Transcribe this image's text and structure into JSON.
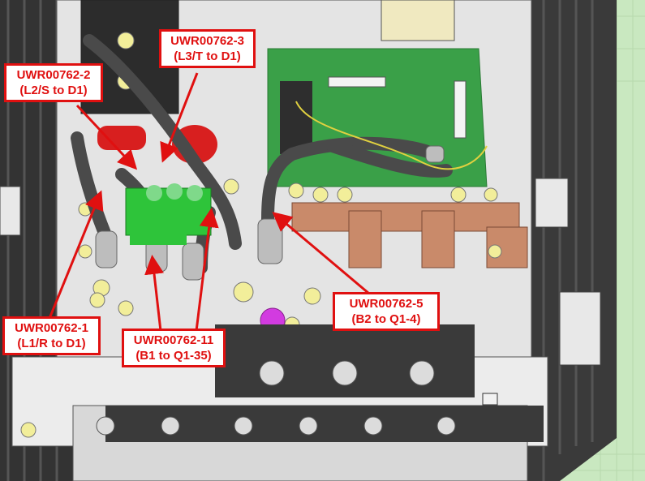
{
  "colors": {
    "background": "#c9e8c0",
    "housing": "#e6e6e6",
    "heatsink": "#3a3a3a",
    "pcb": "#3aa048",
    "copper": "#c98a6a",
    "cable": "#4a4a4a",
    "terminal": "#f2ee9a",
    "connector": "#2ec43a",
    "capacitor": "#d81f1f",
    "indicator": "#d23be0",
    "callout_border": "#e01010",
    "callout_text": "#e01010"
  },
  "callouts": [
    {
      "id": "uwr00762-3",
      "part": "UWR00762-3",
      "route": "(L3/T to D1)"
    },
    {
      "id": "uwr00762-2",
      "part": "UWR00762-2",
      "route": "(L2/S to D1)"
    },
    {
      "id": "uwr00762-1",
      "part": "UWR00762-1",
      "route": "(L1/R to D1)"
    },
    {
      "id": "uwr00762-11",
      "part": "UWR00762-11",
      "route": "(B1 to Q1-35)"
    },
    {
      "id": "uwr00762-5",
      "part": "UWR00762-5",
      "route": "(B2 to Q1-4)"
    }
  ]
}
